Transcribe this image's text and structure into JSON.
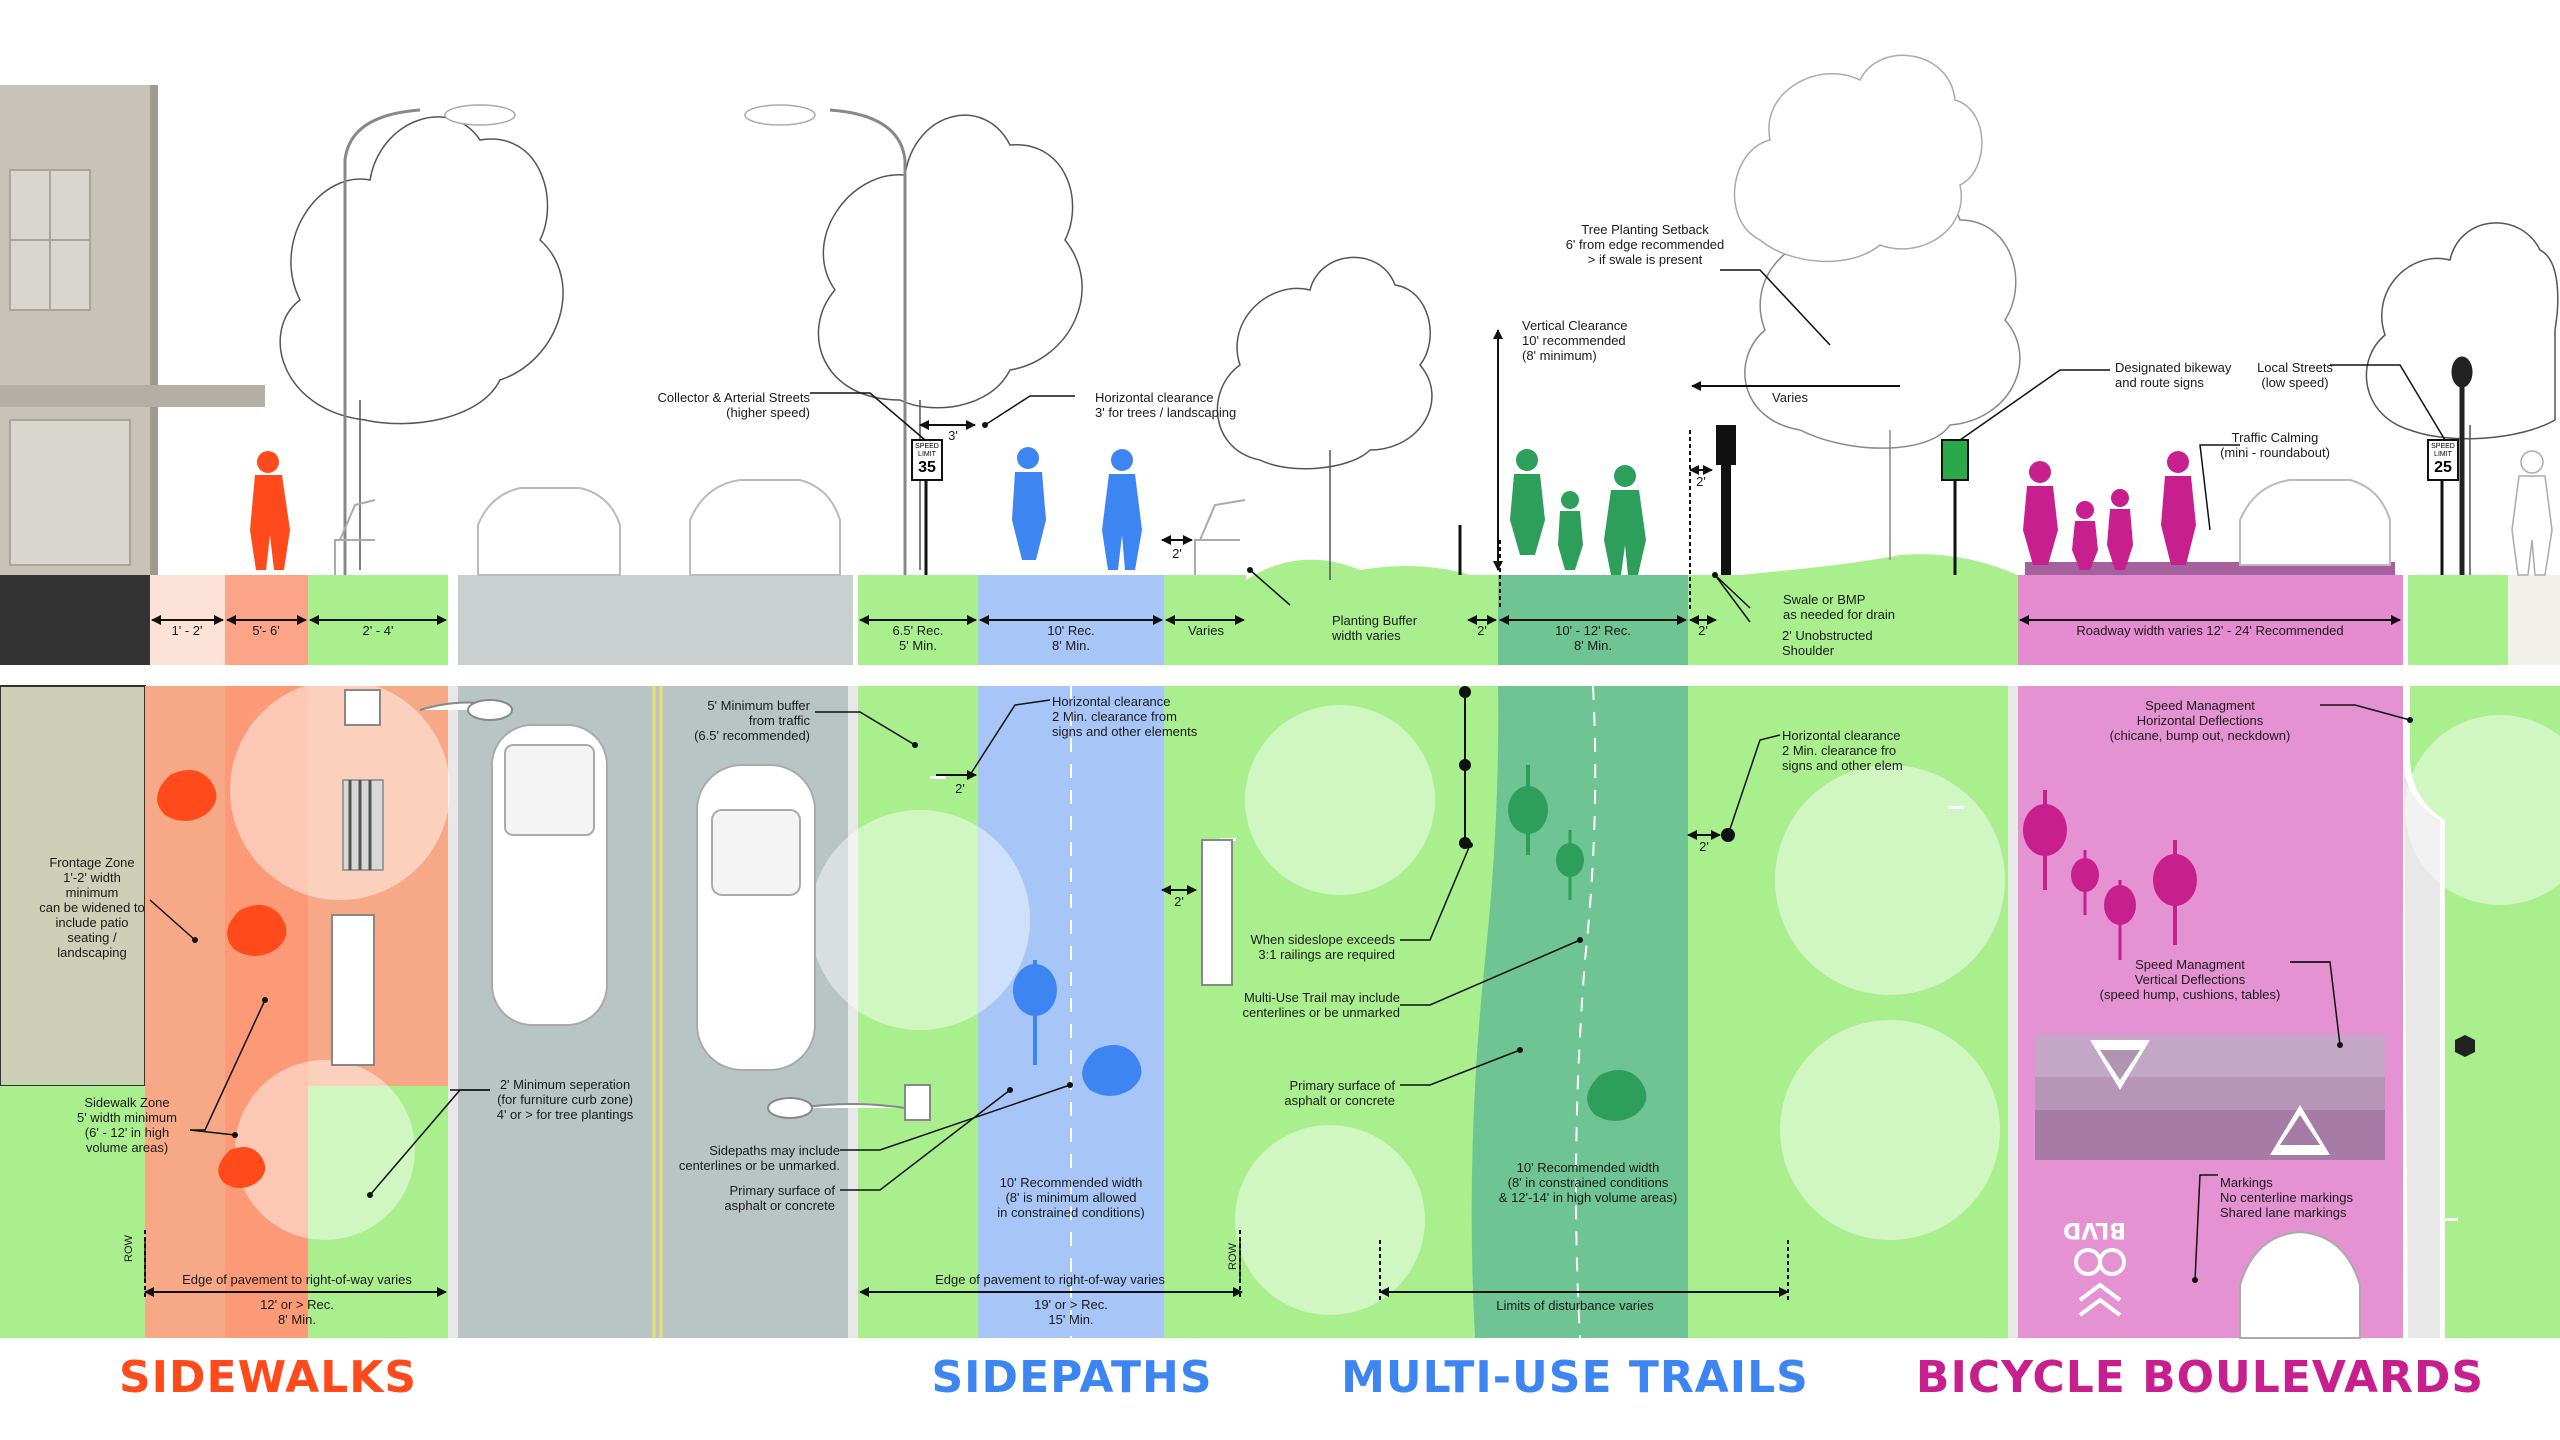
{
  "colors": {
    "sidewalk": "#ff4a1c",
    "sidepath": "#3d86f2",
    "trail": "#3aa86a",
    "boulevard": "#c81f8e",
    "grass": "#a9ef8e",
    "road": "#b9c5c4",
    "building": "#c8c3b8"
  },
  "titles": {
    "sidewalks": "SIDEWALKS",
    "sidepaths": "SIDEPATHS",
    "trails": "MULTI-USE TRAILS",
    "boulevards": "BICYCLE BOULEVARDS"
  },
  "elevation": {
    "collector": "Collector & Arterial Streets\n(higher speed)",
    "horiz_trees": "Horizontal clearance\n3' for trees / landscaping",
    "horiz_trees_dim": "3'",
    "vertical": "Vertical Clearance\n10' recommended\n(8' minimum)",
    "tree_setback": "Tree Planting Setback\n6' from edge recommended\n> if swale is present",
    "varies_top": "Varies",
    "designated": "Designated bikeway\nand route signs",
    "local": "Local Streets\n(low speed)",
    "traffic_calming": "Traffic Calming\n(mini - roundabout)",
    "planting_buffer": "Planting Buffer\nwidth varies",
    "swale": "Swale or BMP\nas needed for drain",
    "shoulder": "2' Unobstructed\nShoulder",
    "sign_2ft": "2'",
    "bench_2ft": "2'",
    "speed_sign_word": "SPEED\nLIMIT",
    "speed_35": "35",
    "speed_25": "25",
    "dim_1": "1' - 2'",
    "dim_2": "5'- 6'",
    "dim_3": "2' - 4'",
    "dim_4": "6.5' Rec.\n5' Min.",
    "dim_5": "10' Rec.\n8' Min.",
    "dim_6": "Varies",
    "dim_7": "2'",
    "dim_8": "10' - 12' Rec.\n8' Min.",
    "dim_9": "2'",
    "dim_10": "Roadway width varies 12' - 24' Recommended"
  },
  "plan": {
    "frontage": "Frontage Zone\n1'-2' width\nminimum\ncan be widened to\ninclude patio\nseating /\nlandscaping",
    "sidewalk_zone": "Sidewalk Zone\n5' width minimum\n(6' - 12' in high\nvolume areas)",
    "separation": "2' Minimum seperation\n(for furniture curb zone)\n4' or > for tree plantings",
    "buffer": "5' Minimum buffer\nfrom traffic\n(6.5' recommended)",
    "horiz_signs": "Horizontal clearance\n2 Min. clearance from\nsigns and other elements",
    "sidepath_dim_a": "2'",
    "sidepath_dim_b": "2'",
    "centerlines": "Sidepaths may include\ncenterlines or be unmarked.",
    "surface_sp": "Primary surface of\nasphalt or concrete",
    "rec_width_sp": "10' Recommended width\n(8' is minimum allowed\nin constrained conditions)",
    "sideslope": "When sideslope exceeds\n3:1 railings are required",
    "trail_center": "Multi-Use Trail may include\ncenterlines or be unmarked",
    "surface_tr": "Primary surface of\nasphalt or concrete",
    "rec_width_tr": "10' Recommended width\n(8' in constrained conditions\n& 12'-14' in high volume areas)",
    "horiz_trail": "Horizontal clearance\n2 Min. clearance fro\nsigns and other elem",
    "trail_dim": "2'",
    "speed_h": "Speed Managment\nHorizontal Deflections\n(chicane, bump out, neckdown)",
    "speed_v": "Speed Managment\nVertical Deflections\n(speed hump, cushions, tables)",
    "markings": "Markings\nNo centerline markings\nShared lane markings",
    "row": "ROW",
    "row2": "ROW",
    "edge_sw": "Edge of pavement to right-of-way varies",
    "sw_width": "12' or > Rec.\n8' Min.",
    "edge_sp": "Edge of pavement to right-of-way varies",
    "sp_width": "19' or > Rec.\n15' Min.",
    "limits": "Limits of disturbance varies",
    "blvd": "BLVD"
  }
}
